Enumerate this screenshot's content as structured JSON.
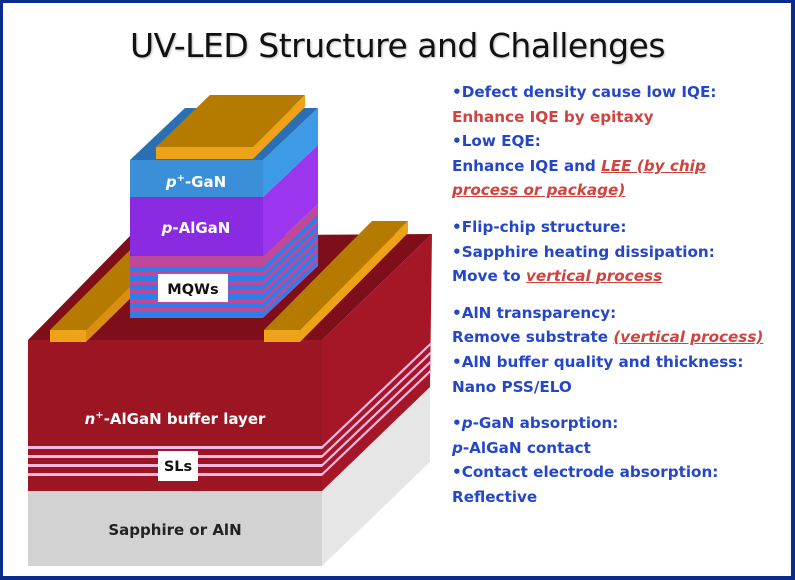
{
  "title": "UV-LED Structure and Challenges",
  "colors": {
    "border": "#0a2a8c",
    "note_blue": "#2447c7",
    "note_red": "#d0433f",
    "p_gan": "#3a8fd8",
    "p_algan": "#8a2be2",
    "mqw_blue": "#2f7ee8",
    "mqw_pink": "#c0489a",
    "n_algan": "#9b1523",
    "sl_pink": "#f6b8e6",
    "substrate": "#d2d2d2",
    "electrode": "#b57a00"
  },
  "diagram": {
    "labels": {
      "p_gan": {
        "prefix": "p",
        "sup": "+",
        "suffix": "-GaN"
      },
      "p_algan": {
        "prefix": "p",
        "suffix": "-AlGaN"
      },
      "mqws": "MQWs",
      "n_algan": {
        "prefix": "n",
        "sup": "+",
        "suffix": "-AlGaN buffer layer"
      },
      "sls": "SLs",
      "substrate": "Sapphire or AlN"
    }
  },
  "notes": {
    "group1": {
      "l1": "•Defect density cause low IQE:",
      "l2": "Enhance IQE by epitaxy",
      "l3": "•Low EQE:",
      "l4_blue": "Enhance IQE and ",
      "l4_red": "LEE (by chip",
      "l5_red": "process or package)"
    },
    "group2": {
      "l1": "•Flip-chip structure:",
      "l2": "•Sapphire heating dissipation:",
      "l3_blue": "Move to ",
      "l3_red": "vertical process"
    },
    "group3": {
      "l1": "•AlN transparency:",
      "l2_blue": "Remove substrate ",
      "l2_red": "(vertical process)",
      "l3": "•AlN buffer quality and thickness:",
      "l4": "Nano PSS/ELO"
    },
    "group4": {
      "l1_bullet": "•",
      "l1_italic": "p",
      "l1_rest": "-GaN absorption:",
      "l2_italic": "p",
      "l2_rest": "-AlGaN contact",
      "l3": "•Contact electrode absorption:",
      "l4": "Reflective"
    }
  }
}
